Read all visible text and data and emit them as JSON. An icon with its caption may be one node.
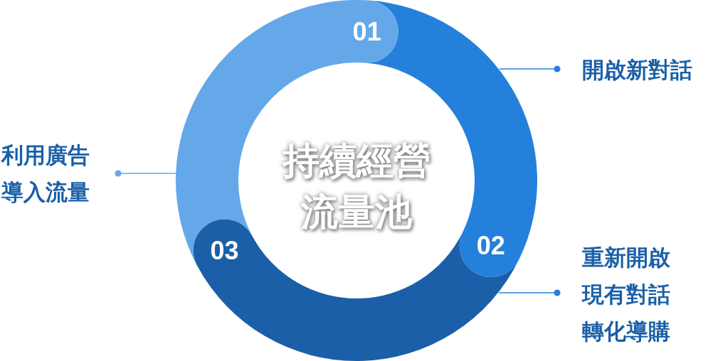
{
  "diagram": {
    "nodes": [
      {
        "text": [
          "01"
        ],
        "in": 4
      },
      {
        "text": [],
        "shape": "arc"
      },
      {
        "text": [
          "開啟新對話"
        ]
      },
      {
        "text": [
          "利用廣告導入流量"
        ]
      },
      {
        "text": [],
        "shape": "arc"
      },
      {
        "text": [
          "持續經營流量池"
        ]
      },
      {
        "text": [
          "02"
        ],
        "in": 1
      },
      {
        "text": [
          "03"
        ],
        "in": 8
      },
      {
        "text": [],
        "shape": "arc"
      },
      {
        "text": [
          "重新開啟現有對話轉化導購"
        ]
      }
    ],
    "edges": [
      {
        "from": 2,
        "to": 1,
        "arrow": "other"
      },
      {
        "from": 3,
        "to": 4,
        "arrow": "other",
        "color": "#65a8ea"
      },
      {
        "from": 9,
        "to": 8,
        "arrow": "other"
      }
    ]
  }
}
